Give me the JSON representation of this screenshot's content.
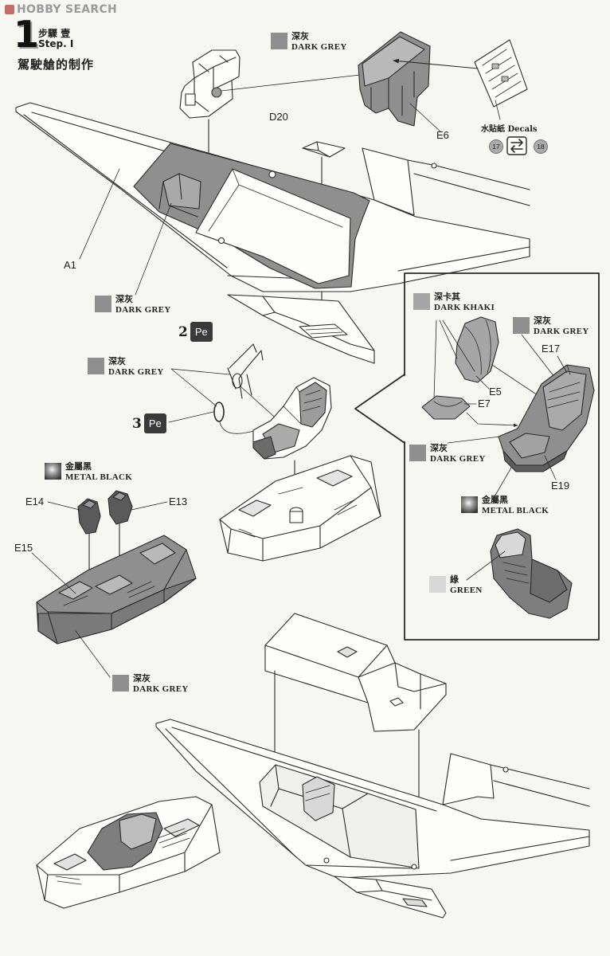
{
  "watermark": "HOBBY SEARCH",
  "step": {
    "number": "1",
    "label_cn": "步驟 壹",
    "label_en": "Step. I",
    "title": "駕駛艙的制作"
  },
  "colors": {
    "dark_grey": "#8f8f8f",
    "dark_khaki": "#a6a6a6",
    "metal_black": "#3a3a3a",
    "green": "#d8d8d8"
  },
  "callouts": [
    {
      "cn": "深灰",
      "en": "DARK GREY"
    },
    {
      "cn": "深灰",
      "en": "DARK GREY"
    },
    {
      "cn": "深灰",
      "en": "DARK GREY"
    },
    {
      "cn": "金屬黑",
      "en": "METAL BLACK"
    },
    {
      "cn": "深灰",
      "en": "DARK GREY"
    },
    {
      "cn": "深卡其",
      "en": "DARK KHAKI"
    },
    {
      "cn": "深灰",
      "en": "DARK GREY"
    },
    {
      "cn": "深灰",
      "en": "DARK GREY"
    },
    {
      "cn": "金屬黑",
      "en": "METAL BLACK"
    },
    {
      "cn": "綠",
      "en": "GREEN"
    }
  ],
  "parts": {
    "e6": "E6",
    "d20": "D20",
    "a1": "A1",
    "e17": "E17",
    "e5": "E5",
    "e7": "E7",
    "e19": "E19",
    "e14": "E14",
    "e13": "E13",
    "e15": "E15"
  },
  "decals": {
    "label_cn": "水貼紙",
    "label_en": "Decals",
    "from": "17",
    "to": "18"
  },
  "photo_etch": [
    {
      "step": "2",
      "label": "Pe"
    },
    {
      "step": "3",
      "label": "Pe"
    }
  ]
}
